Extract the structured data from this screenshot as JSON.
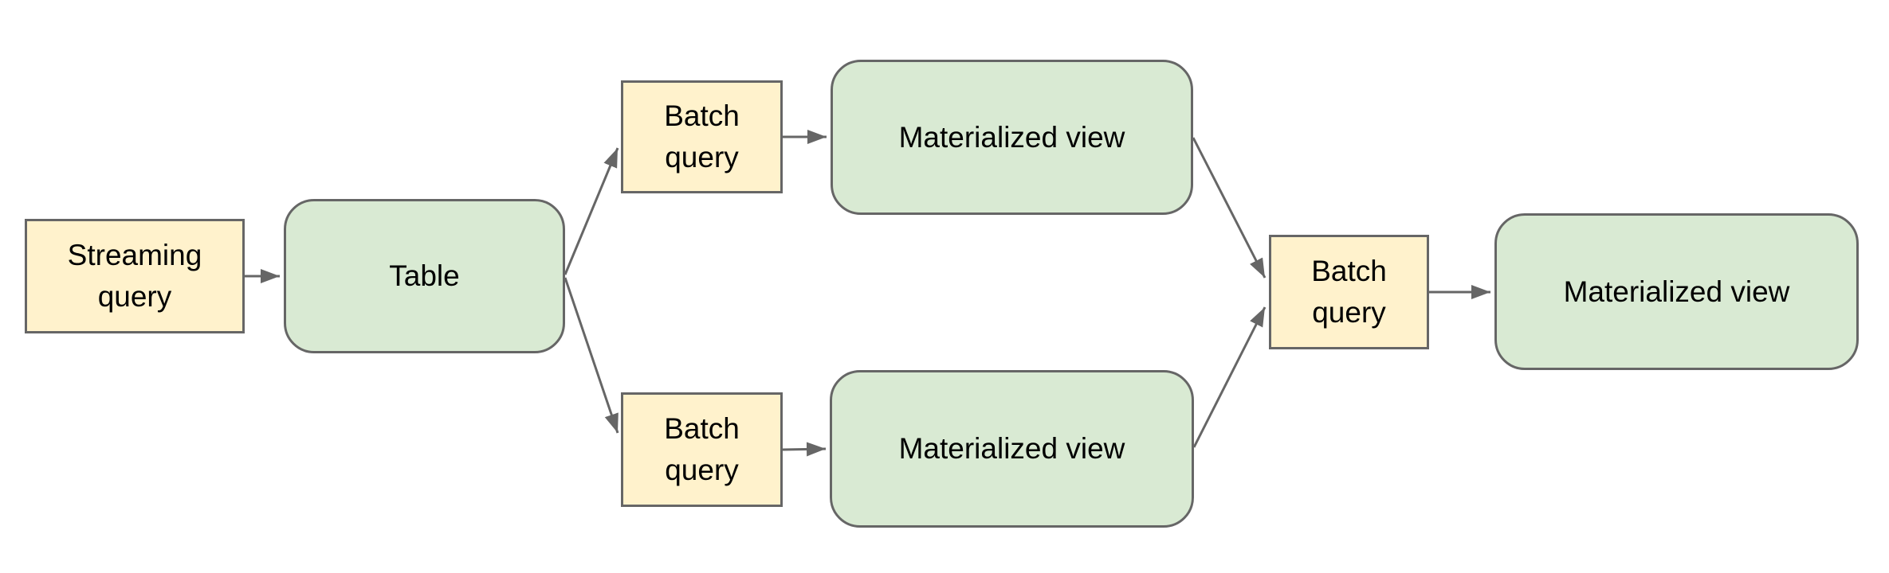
{
  "diagram": {
    "title": "",
    "colors": {
      "background": "#ffffff",
      "query_fill": "#fff2cc",
      "store_fill": "#d9ead3",
      "border": "#666666",
      "arrow": "#666666",
      "text": "#000000"
    },
    "nodes": [
      {
        "id": "streaming-query",
        "type": "query",
        "label": "Streaming\nquery"
      },
      {
        "id": "table",
        "type": "store",
        "label": "Table"
      },
      {
        "id": "batch-query-top",
        "type": "query",
        "label": "Batch\nquery"
      },
      {
        "id": "materialized-view-top",
        "type": "store",
        "label": "Materialized view"
      },
      {
        "id": "batch-query-bottom",
        "type": "query",
        "label": "Batch\nquery"
      },
      {
        "id": "materialized-view-bottom",
        "type": "store",
        "label": "Materialized view"
      },
      {
        "id": "batch-query-merge",
        "type": "query",
        "label": "Batch\nquery"
      },
      {
        "id": "materialized-view-final",
        "type": "store",
        "label": "Materialized view"
      }
    ],
    "edges": [
      {
        "from": "streaming-query",
        "to": "table"
      },
      {
        "from": "table",
        "to": "batch-query-top"
      },
      {
        "from": "table",
        "to": "batch-query-bottom"
      },
      {
        "from": "batch-query-top",
        "to": "materialized-view-top"
      },
      {
        "from": "batch-query-bottom",
        "to": "materialized-view-bottom"
      },
      {
        "from": "materialized-view-top",
        "to": "batch-query-merge"
      },
      {
        "from": "materialized-view-bottom",
        "to": "batch-query-merge"
      },
      {
        "from": "batch-query-merge",
        "to": "materialized-view-final"
      }
    ]
  }
}
